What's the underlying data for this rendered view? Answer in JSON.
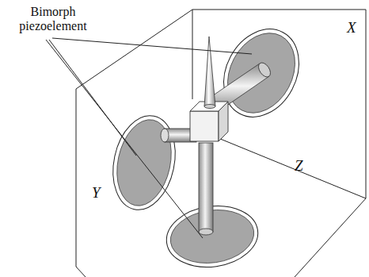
{
  "diagram": {
    "labels": [
      "Bimorph piezoelement",
      "X",
      "Y",
      "Z"
    ]
  }
}
